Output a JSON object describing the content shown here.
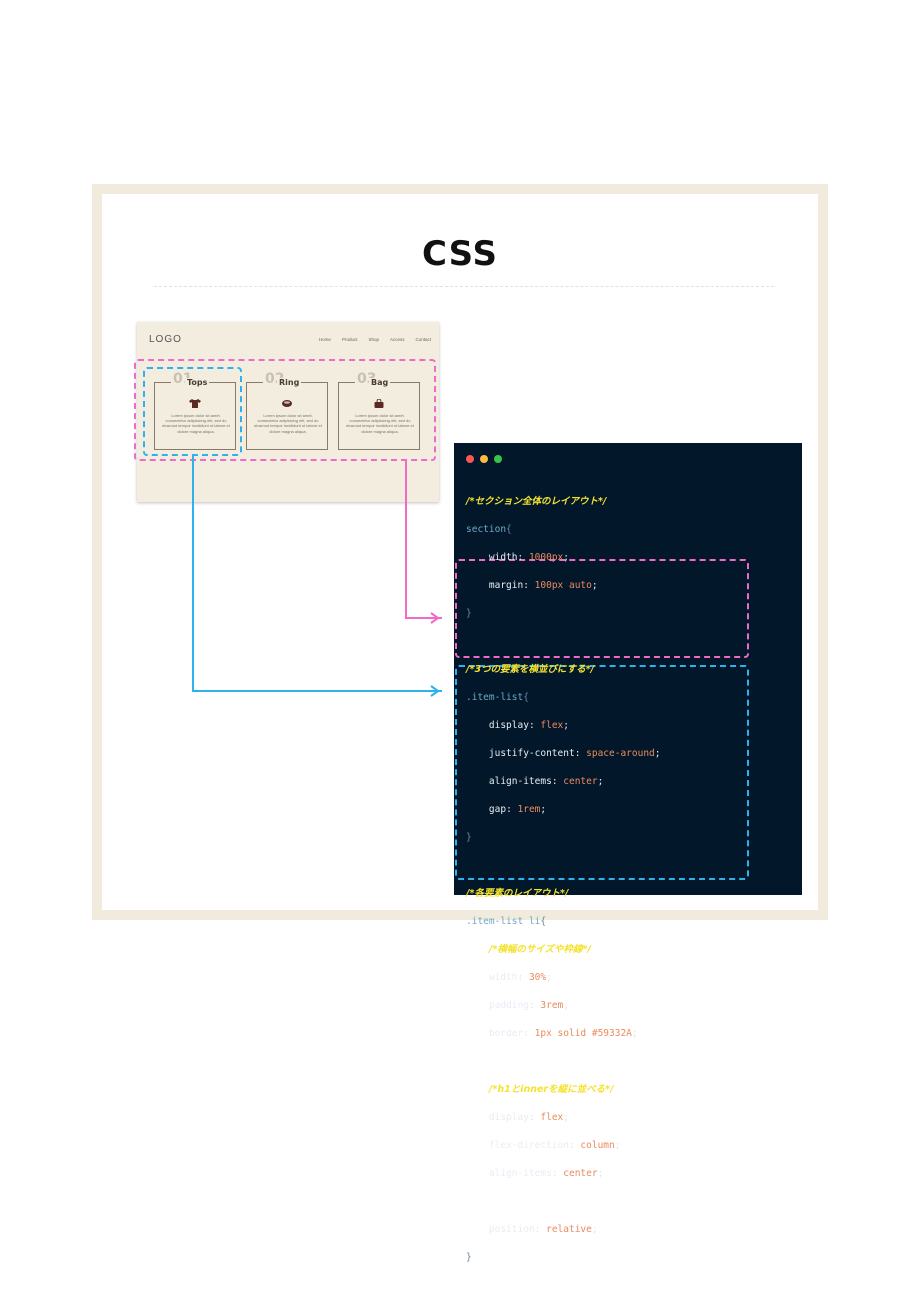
{
  "heading": "CSS",
  "preview": {
    "logo": "LOGO",
    "nav": [
      "Home",
      "Product",
      "Shop",
      "Access",
      "Contact"
    ],
    "cards": [
      {
        "num": "01",
        "title": "Tops",
        "icon": "shirt-icon",
        "text": "Lorem ipsum dolor sit amet, consectetur adipisicing elit, sed do eiusmod tempor incididunt ut labore et dolore magna aliqua."
      },
      {
        "num": "02",
        "title": "Ring",
        "icon": "ring-icon",
        "text": "Lorem ipsum dolor sit amet, consectetur adipisicing elit, sed do eiusmod tempor incididunt ut labore et dolore magna aliqua."
      },
      {
        "num": "03",
        "title": "Bag",
        "icon": "bag-icon",
        "text": "Lorem ipsum dolor sit amet, consectetur adipisicing elit, sed do eiusmod tempor incididunt ut labore et dolore magna aliqua."
      }
    ]
  },
  "colors": {
    "frame": "#f1ebdd",
    "code_bg": "#02182a",
    "pink": "#f06ac8",
    "blue": "#2fb2ec",
    "comment": "#f4e230",
    "value": "#ec8a5e",
    "selector": "#6fa8c7"
  },
  "code": {
    "c1": "/*セクション全体のレイアウト*/",
    "s1": "section",
    "l1a": "width",
    "v1a": "1000px",
    "l1b": "margin",
    "v1b": "100px auto",
    "c2": "/*3つの要素を横並びにする*/",
    "s2": ".item-list",
    "l2a": "display",
    "v2a": "flex",
    "l2b": "justify-content",
    "v2b": "space-around",
    "l2c": "align-items",
    "v2c": "center",
    "l2d": "gap",
    "v2d": "1rem",
    "c3": "/*各要素のレイアウト*/",
    "s3": ".item-list li",
    "c3a": "/*横幅のサイズや枠線*/",
    "l3a": "width",
    "v3a": "30%",
    "l3b": "padding",
    "v3b": "3rem",
    "l3c": "border",
    "v3c": "1px solid #59332A",
    "c3b": "/*h1とinnerを縦に並べる*/",
    "l3d": "display",
    "v3d": "flex",
    "l3e": "flex-direction",
    "v3e": "column",
    "l3f": "align-items",
    "v3f": "center",
    "l3g": "position",
    "v3g": "relative"
  }
}
